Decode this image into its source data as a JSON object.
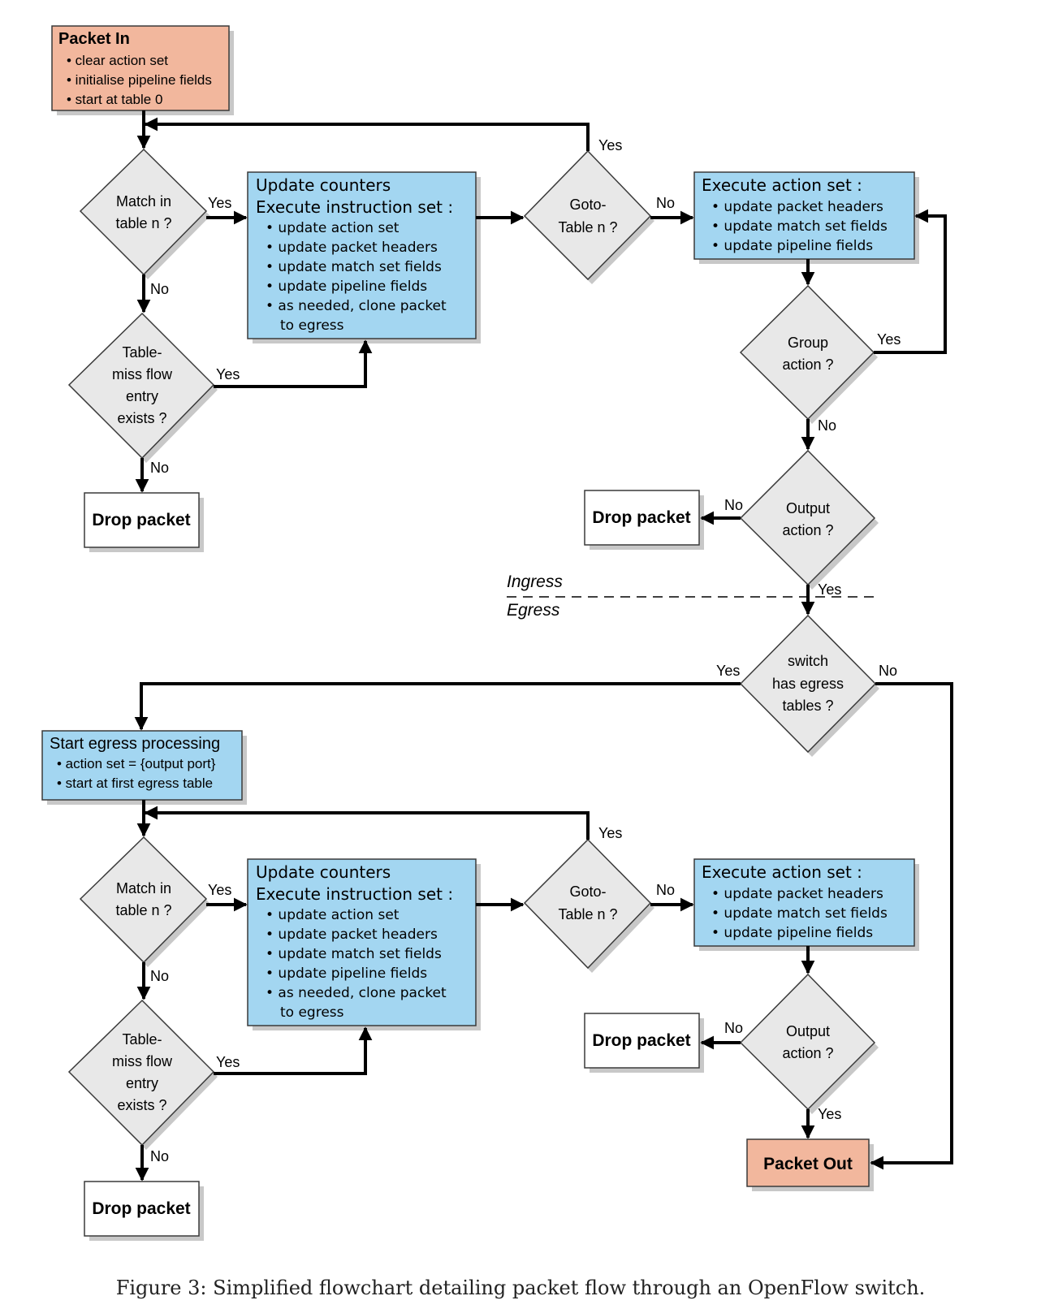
{
  "packet_in": {
    "title": "Packet In",
    "items": [
      "• clear action set",
      "• initialise pipeline fields",
      "• start at table 0"
    ]
  },
  "ingress": {
    "match": [
      "Match in",
      "table n ?"
    ],
    "update_box": {
      "lines": [
        "Update counters",
        "Execute instruction set :"
      ],
      "items": [
        "• update action set",
        "• update packet headers",
        "• update match set fields",
        "• update pipeline fields",
        "• as needed, clone packet"
      ],
      "cont": "to egress"
    },
    "goto": [
      "Goto-",
      "Table n ?"
    ],
    "execute_box": {
      "title": "Execute action set :",
      "items": [
        "• update packet headers",
        "• update match set fields",
        "• update pipeline fields"
      ]
    },
    "tablemiss": [
      "Table-",
      "miss flow",
      "entry",
      "exists ?"
    ],
    "drop_left": "Drop packet",
    "group": [
      "Group",
      "action ?"
    ],
    "output": [
      "Output",
      "action ?"
    ],
    "drop_right": "Drop packet"
  },
  "divider": {
    "ingress": "Ingress",
    "egress": "Egress"
  },
  "switch_egress": [
    "switch",
    "has egress",
    "tables ?"
  ],
  "start_egress": {
    "title": "Start egress processing",
    "items": [
      "• action set = {output port}",
      "• start at first egress table"
    ]
  },
  "egress": {
    "match": [
      "Match in",
      "table n ?"
    ],
    "update_box": {
      "lines": [
        "Update counters",
        "Execute instruction set :"
      ],
      "items": [
        "• update action set",
        "• update packet headers",
        "• update match set fields",
        "• update pipeline fields",
        "• as needed, clone packet"
      ],
      "cont": "to egress"
    },
    "goto": [
      "Goto-",
      "Table n ?"
    ],
    "execute_box": {
      "title": "Execute action set :",
      "items": [
        "• update packet headers",
        "• update match set fields",
        "• update pipeline fields"
      ]
    },
    "tablemiss": [
      "Table-",
      "miss flow",
      "entry",
      "exists ?"
    ],
    "drop_left": "Drop packet",
    "output": [
      "Output",
      "action ?"
    ],
    "drop_right": "Drop packet"
  },
  "packet_out": "Packet Out",
  "edge_labels": {
    "yes": "Yes",
    "no": "No"
  },
  "caption": "Figure 3: Simplified flowchart detailing packet flow through an OpenFlow switch."
}
